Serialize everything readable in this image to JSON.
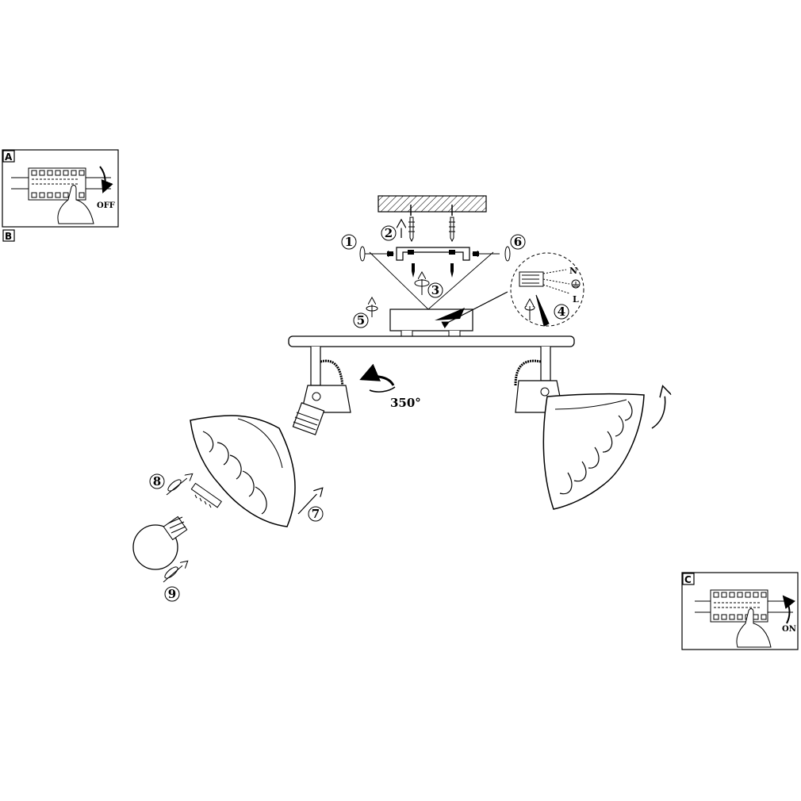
{
  "panels": {
    "a": {
      "letter": "A",
      "state_label": "OFF"
    },
    "b": {
      "letter": "B"
    },
    "c": {
      "letter": "C",
      "state_label": "ON"
    }
  },
  "steps": [
    "1",
    "2",
    "3",
    "4",
    "5",
    "6",
    "7",
    "8",
    "9"
  ],
  "rotation_label": "350°",
  "wiring_labels": {
    "neutral": "N",
    "live": "L"
  },
  "icons": [
    "hand-icon",
    "screwdriver-icon",
    "ground-symbol-icon",
    "rotate-arrow-icon",
    "screw-icon",
    "wall-plug-icon"
  ]
}
